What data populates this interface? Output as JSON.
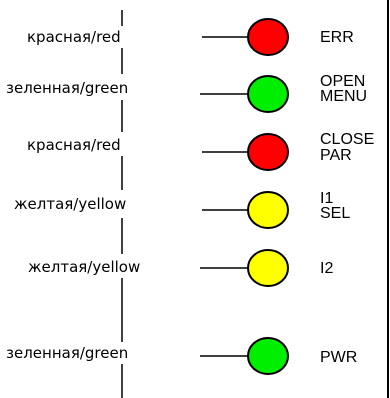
{
  "leds": [
    {
      "description": "красная/red",
      "color": "#ff0000",
      "label_lines": [
        "ERR"
      ]
    },
    {
      "description": "зеленная/green",
      "color": "#00ee00",
      "label_lines": [
        "OPEN",
        "MENU"
      ]
    },
    {
      "description": "красная/red",
      "color": "#ff0000",
      "label_lines": [
        "CLOSE",
        "PAR"
      ]
    },
    {
      "description": "желтая/yellow",
      "color": "#ffff00",
      "label_lines": [
        "I1",
        "SEL"
      ]
    },
    {
      "description": "желтая/yellow",
      "color": "#ffff00",
      "label_lines": [
        "I2"
      ]
    },
    {
      "description": "зеленная/green",
      "color": "#00ee00",
      "label_lines": [
        "PWR"
      ]
    }
  ]
}
